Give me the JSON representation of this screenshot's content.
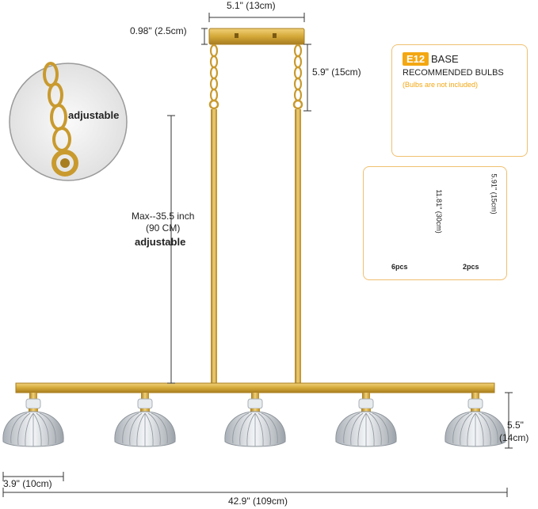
{
  "dimensions": {
    "canopy_width": "5.1\" (13cm)",
    "canopy_height": "0.98\" (2.5cm)",
    "chain_length": "5.9\" (15cm)",
    "rod_max_line1": "Max--35.5 inch",
    "rod_max_line2": "(90 CM)",
    "rod_adjustable": "adjustable",
    "shade_height_line1": "5.5\"",
    "shade_height_line2": "(14cm)",
    "shade_width": "3.9\" (10cm)",
    "total_width": "42.9\" (109cm)"
  },
  "zoom_inset": {
    "label": "adjustable"
  },
  "bulb_panel": {
    "base_badge": "E12",
    "base_text": "BASE",
    "title": "RECOMMENDED BULBS",
    "note": "(Bulbs are not included)"
  },
  "parts_panel": {
    "rod_length": "11.81\" (30cm)",
    "rod_count": "6pcs",
    "chain_length": "5.91\" (15cm)",
    "chain_count": "2pcs"
  },
  "colors": {
    "gold": "#d4a838",
    "accent": "#f3a712",
    "panel_border": "#f0c070",
    "glass": "#c9ced4"
  }
}
